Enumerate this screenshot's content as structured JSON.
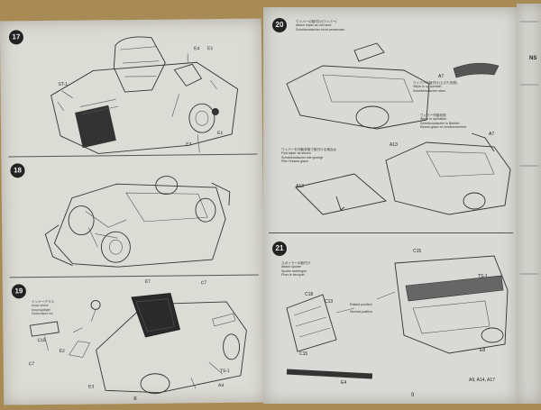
{
  "left_page": {
    "page_number": "8",
    "steps": [
      {
        "number": "17",
        "labels": [
          "E4",
          "E1",
          "E3",
          "E1",
          "ST-1"
        ]
      },
      {
        "number": "18",
        "labels": []
      },
      {
        "number": "19",
        "labels": [
          "E7",
          "C7",
          "E2",
          "C15",
          "C7",
          "E3",
          "A4",
          "TS-1"
        ],
        "notes": [
          "インナーグラス",
          "Inner mirror",
          "Innenspiegel",
          "Retroviseur int."
        ]
      }
    ]
  },
  "right_page": {
    "page_number": "9",
    "steps": [
      {
        "number": "20",
        "labels": [
          "A7",
          "A13",
          "A7",
          "A13"
        ],
        "notes_top": [
          "ワイパーの取付け(ワイパー)",
          "Attach wiper as not used",
          "Scheibenwischer nicht verwenden"
        ],
        "notes_mid": [
          "ワイパーの取付け(上げた状態)",
          "Wiper in up position",
          "Scheibenwischer oben"
        ],
        "notes_side": [
          "ワイパー作動状態",
          "Wiper in operation",
          "Scheibenwischer in Betrieb",
          "Essuie-glace en fonctionnement"
        ],
        "notes_left": [
          "ワイパーを作動状態で取付ける場合は",
          "Fold wiper as shown",
          "Scheibenwischer wie gezeigt",
          "Plier l'essuie-glace"
        ]
      },
      {
        "number": "21",
        "labels": [
          "C15",
          "C18",
          "C13",
          "C15",
          "E4",
          "TS-1",
          "E8",
          "A9, A14, A17"
        ],
        "notes": [
          "スポイラーの取付け",
          "Attach spoiler",
          "Spoiler anbringen",
          "Fixer le becquet"
        ],
        "options": [
          "Raised position",
          "Normal position"
        ]
      }
    ]
  },
  "edge_text": [
    "NS"
  ]
}
